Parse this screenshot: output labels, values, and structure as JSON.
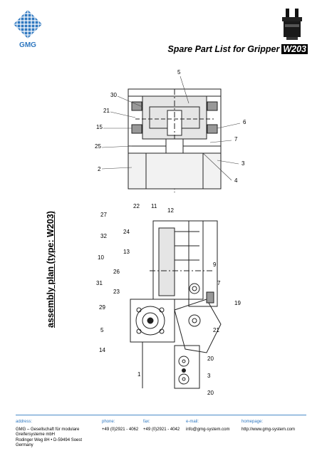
{
  "header": {
    "logo_text": "GMG",
    "title": "Spare Part List for Gripper",
    "type_badge": "W203"
  },
  "drawing": {
    "label": "assembly plan  (type: W203)",
    "callouts_top": [
      "30",
      "21",
      "15",
      "25",
      "2",
      "5",
      "6",
      "7",
      "3",
      "4"
    ],
    "callouts_bottom": [
      "22",
      "11",
      "12",
      "27",
      "24",
      "32",
      "13",
      "10",
      "26",
      "31",
      "23",
      "29",
      "9",
      "7",
      "19",
      "5",
      "14",
      "21",
      "1",
      "20",
      "3",
      "20"
    ]
  },
  "footer": {
    "address": {
      "label": "address:",
      "lines": [
        "GMG – Gesellschaft für modulare",
        "Greifersysteme mbH",
        "Rodinger Weg 8H  •  D-59494 Soest",
        "Germany"
      ]
    },
    "phone": {
      "label": "phone:",
      "value": "+49 (0)2921 - 4062"
    },
    "fax": {
      "label": "fax:",
      "value": "+49 (0)2921 - 4042"
    },
    "email": {
      "label": "e-mail:",
      "value": "info@gmg-system.com"
    },
    "homepage": {
      "label": "homepage:",
      "value": "http://www.gmg-system.com"
    }
  },
  "colors": {
    "brand_blue": "#2f78c0",
    "footer_rule": "#4a8bc8"
  }
}
